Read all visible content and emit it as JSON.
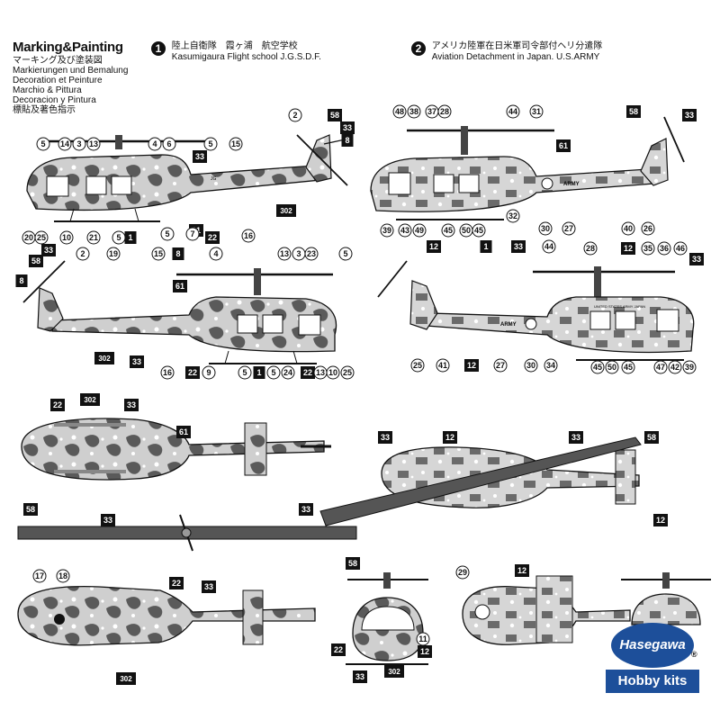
{
  "header": {
    "title": "Marking&Painting",
    "subtitles": [
      "マーキング及び塗装図",
      "Markierungen und Bemalung",
      "Decoration et Peinture",
      "Marchio & Pittura",
      "Decoracion y Pintura",
      "標貼及著色指示"
    ]
  },
  "schemes": [
    {
      "num": "1",
      "lines": [
        "陸上自衛隊　霞ヶ浦　航空学校",
        "Kasumigaura Flight school J.G.S.D.F."
      ]
    },
    {
      "num": "2",
      "lines": [
        "アメリカ陸軍在日米軍司令部付ヘリ分遣隊",
        "Aviation Detachment in Japan. U.S.ARMY"
      ]
    }
  ],
  "callouts": {
    "s1_left": [
      "2",
      "58",
      "33",
      "8",
      "5",
      "14",
      "3",
      "13",
      "4",
      "6",
      "5",
      "15",
      "33",
      "61",
      "22",
      "16",
      "302",
      "20",
      "25",
      "10",
      "21",
      "5",
      "1",
      "5",
      "7"
    ],
    "s1_right": [
      "58",
      "33",
      "8",
      "2",
      "19",
      "15",
      "8",
      "4",
      "13",
      "3",
      "23",
      "5",
      "61",
      "302",
      "33",
      "16",
      "22",
      "9",
      "5",
      "1",
      "5",
      "24",
      "22",
      "13",
      "10",
      "25"
    ],
    "s2_left": [
      "48",
      "38",
      "37",
      "28",
      "44",
      "31",
      "58",
      "33",
      "61",
      "39",
      "43",
      "49",
      "45",
      "50",
      "45",
      "32",
      "30",
      "27",
      "40",
      "26"
    ],
    "s2_right": [
      "12",
      "1",
      "33",
      "44",
      "28",
      "12",
      "35",
      "36",
      "46",
      "33",
      "25",
      "41",
      "12",
      "27",
      "30",
      "34",
      "45",
      "50",
      "45",
      "47",
      "42",
      "39"
    ],
    "top_view_1": [
      "22",
      "302",
      "33",
      "61"
    ],
    "top_view_2": [
      "33",
      "12",
      "33",
      "58",
      "12"
    ],
    "rotor_blade": [
      "58",
      "33",
      "33",
      "58"
    ],
    "bottom_view_1": [
      "17",
      "18",
      "22",
      "33",
      "302"
    ],
    "front_view_1": [
      "22",
      "33",
      "302",
      "11",
      "12"
    ],
    "bottom_view_2": [
      "29",
      "12"
    ]
  },
  "decal_texts": [
    "ARMY",
    "ARMY",
    "UNITED STATES ARMY JAPAN"
  ],
  "logo": {
    "brand": "Hasegawa",
    "reg": "®",
    "sub": "Hobby kits"
  },
  "colors": {
    "ink": "#111111",
    "camo_light": "#cfcfcf",
    "camo_dark": "#5a5a5a",
    "brand_blue": "#1d4f9a"
  }
}
